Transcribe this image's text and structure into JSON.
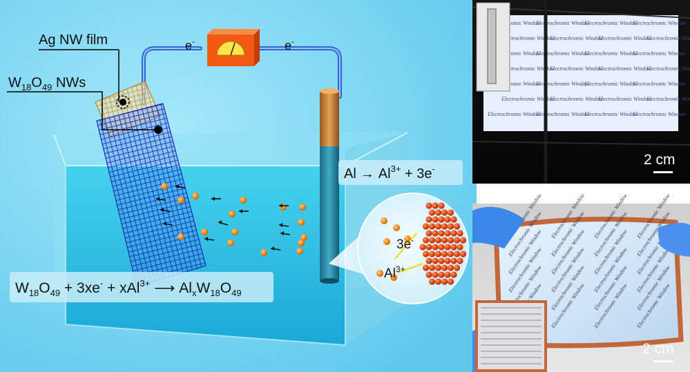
{
  "labels": {
    "ag_film": "Ag NW film",
    "w_nws_prefix": "W",
    "w_nws_sub1": "18",
    "w_nws_mid": "O",
    "w_nws_sub2": "49",
    "w_nws_suffix": " NWs",
    "electron_left": "e",
    "electron_right": "e",
    "electron_charge": "-",
    "bubble_3e": "3e",
    "bubble_3e_sup": "-",
    "bubble_al": "Al",
    "bubble_al_sup": "3+"
  },
  "equations": {
    "anode_left": "Al",
    "anode_right_al": "Al",
    "anode_right_sup": "3+",
    "anode_right_rest": " + 3e",
    "anode_right_sup2": "-",
    "main_w": "W",
    "main_sub18": "18",
    "main_o": "O",
    "main_sub49": "49",
    "main_plus1": " + 3xe",
    "main_sup_minus": "-",
    "main_plus2": " + xAl",
    "main_sup_3plus": "3+",
    "main_al": "Al",
    "main_sub_x": "x",
    "main_w2": "W",
    "main_sub18b": "18",
    "main_o2": "O",
    "main_sub49b": "49"
  },
  "photos": {
    "top_scalebar": "2 cm",
    "bottom_scalebar": "2 cm",
    "window_text": "Electrochromic Window"
  },
  "colors": {
    "background": "#7fd6f2",
    "water": "#2fc0e0",
    "mesh": "#1b2ab0",
    "ion": "#f08a1c",
    "wire": "#1e5cc8",
    "meter": "#f25a14"
  }
}
